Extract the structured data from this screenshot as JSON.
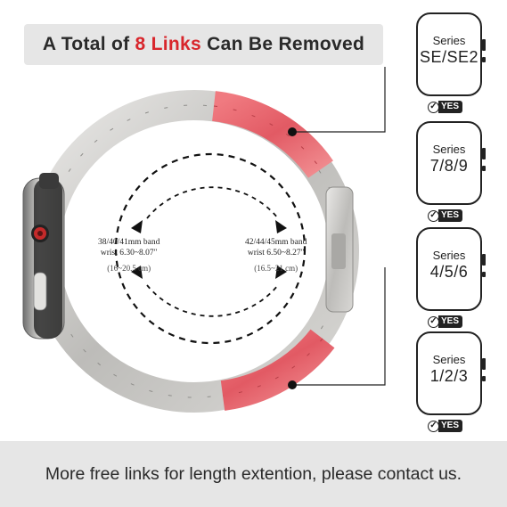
{
  "headline": {
    "prefix": "A Total of ",
    "highlight": "8 Links",
    "suffix": " Can Be Removed"
  },
  "left_band": {
    "size": "38/40/41mm band",
    "wrist": "wrist 6.30~8.07″",
    "cm": "(16~20.5 cm)"
  },
  "right_band": {
    "size": "42/44/45mm band",
    "wrist": "wrist 6.50~8.27″",
    "cm": "(16.5~21 cm)"
  },
  "series": [
    {
      "word": "Series",
      "models": "SE/SE2",
      "badge": "YES",
      "check": "✓"
    },
    {
      "word": "Series",
      "models": "7/8/9",
      "badge": "YES",
      "check": "✓"
    },
    {
      "word": "Series",
      "models": "4/5/6",
      "badge": "YES",
      "check": "✓"
    },
    {
      "word": "Series",
      "models": "1/2/3",
      "badge": "YES",
      "check": "✓"
    }
  ],
  "footer": {
    "text": "More free links for length extention, please contact us."
  },
  "colors": {
    "highlight": "#d8262c",
    "removable_links": "#e7606a",
    "band_silver": "#c9c8c6",
    "banner_bg": "#e6e6e6"
  },
  "icons": [
    "check-icon",
    "watch-outline-icon",
    "arrow-head-icon"
  ]
}
